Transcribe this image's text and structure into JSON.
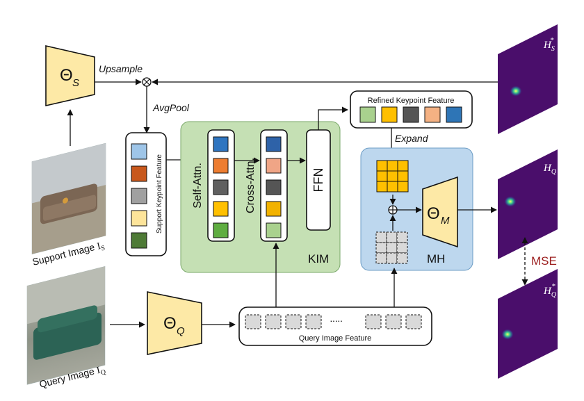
{
  "encoders": {
    "support": {
      "symbol": "Θ",
      "sub": "S"
    },
    "query": {
      "symbol": "Θ",
      "sub": "Q"
    },
    "matching": {
      "symbol": "Θ",
      "sub": "M"
    }
  },
  "ops": {
    "upsample": "Upsample",
    "avgpool": "AvgPool",
    "expand": "Expand",
    "multiply_symbol": "⊗",
    "add_symbol": "⊕"
  },
  "images": {
    "support_label": "Support Image",
    "support_sub": "S",
    "query_label": "Query Image",
    "query_sub": "Q",
    "sym": "I"
  },
  "features": {
    "support_keypoint": "Support Keypoint Feature",
    "refined_keypoint": "Refined Keypoint Feature",
    "query_image": "Query Image Feature",
    "ellipsis": "·····"
  },
  "kim": {
    "label": "KIM",
    "self_attn": "Self-Attn.",
    "cross_attn": "Cross-Attn.",
    "ffn": "FFN"
  },
  "mh": {
    "label": "MH"
  },
  "heatmaps": {
    "hs_star": {
      "sym": "H",
      "sub": "S",
      "sup": "*"
    },
    "hq": {
      "sym": "H",
      "sub": "Q",
      "sup": ""
    },
    "hq_star": {
      "sym": "H",
      "sub": "Q",
      "sup": "*"
    }
  },
  "loss": {
    "label": "MSE"
  },
  "colors": {
    "kp_support": [
      "#9ec5e8",
      "#c8581c",
      "#a0a0a0",
      "#fde49a",
      "#4e7a36"
    ],
    "kp_self": [
      "#2f75c0",
      "#ed7d31",
      "#606060",
      "#ffc000",
      "#5fad41"
    ],
    "kp_cross": [
      "#2e62a8",
      "#f0a586",
      "#555555",
      "#f2b200",
      "#a9d18e"
    ],
    "kp_refined": [
      "#a9d18e",
      "#ffc000",
      "#555555",
      "#f4b183",
      "#2e75b6"
    ],
    "encoder_fill": "#fde9a6",
    "kim_bg": "#c5e0b4",
    "mh_bg": "#bdd7ee",
    "grid_orange": "#ffc000",
    "heatmap_bg": "#4a0e6b",
    "mse_color": "#9b1c1c"
  }
}
